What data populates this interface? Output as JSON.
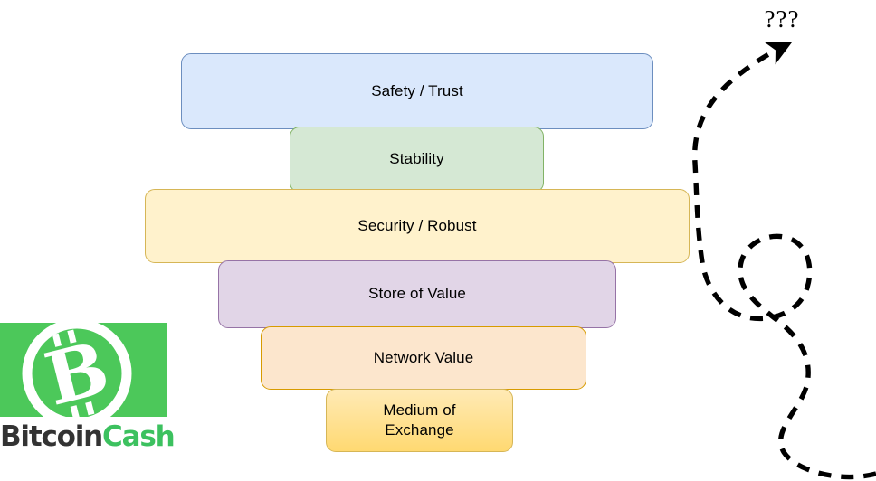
{
  "diagram": {
    "title": "Bitcoin Cash value pyramid",
    "type": "inverted-pyramid",
    "background_color": "#ffffff",
    "layers": [
      {
        "label": "Safety / Trust",
        "fill": "#dae8fc",
        "stroke": "#6c8ebf",
        "level": 1
      },
      {
        "label": "Stability",
        "fill": "#d5e8d4",
        "stroke": "#82b366",
        "level": 2
      },
      {
        "label": "Security / Robust",
        "fill": "#fff2cc",
        "stroke": "#d6b656",
        "level": 3
      },
      {
        "label": "Store of Value",
        "fill": "#e1d5e7",
        "stroke": "#9673a6",
        "level": 4
      },
      {
        "label": "Network Value",
        "fill": "#fce6cd",
        "stroke": "#d79b00",
        "level": 5
      },
      {
        "label": "Medium of\nExchange",
        "fill": "#ffe3a0",
        "stroke": "#d6b656",
        "level": 6
      }
    ]
  },
  "logo": {
    "name": "bitcoin-cash-logo",
    "word_primary": "Bitcoin",
    "word_secondary": "Cash",
    "brand_green": "#3cc15f",
    "square_green": "#4cc85a",
    "word_primary_color": "#333333",
    "symbol": "B"
  },
  "annotation": {
    "question_mark_label": "???",
    "arrow_style": "dashed-curved",
    "arrow_color": "#000000",
    "arrow_direction": "up-right"
  }
}
